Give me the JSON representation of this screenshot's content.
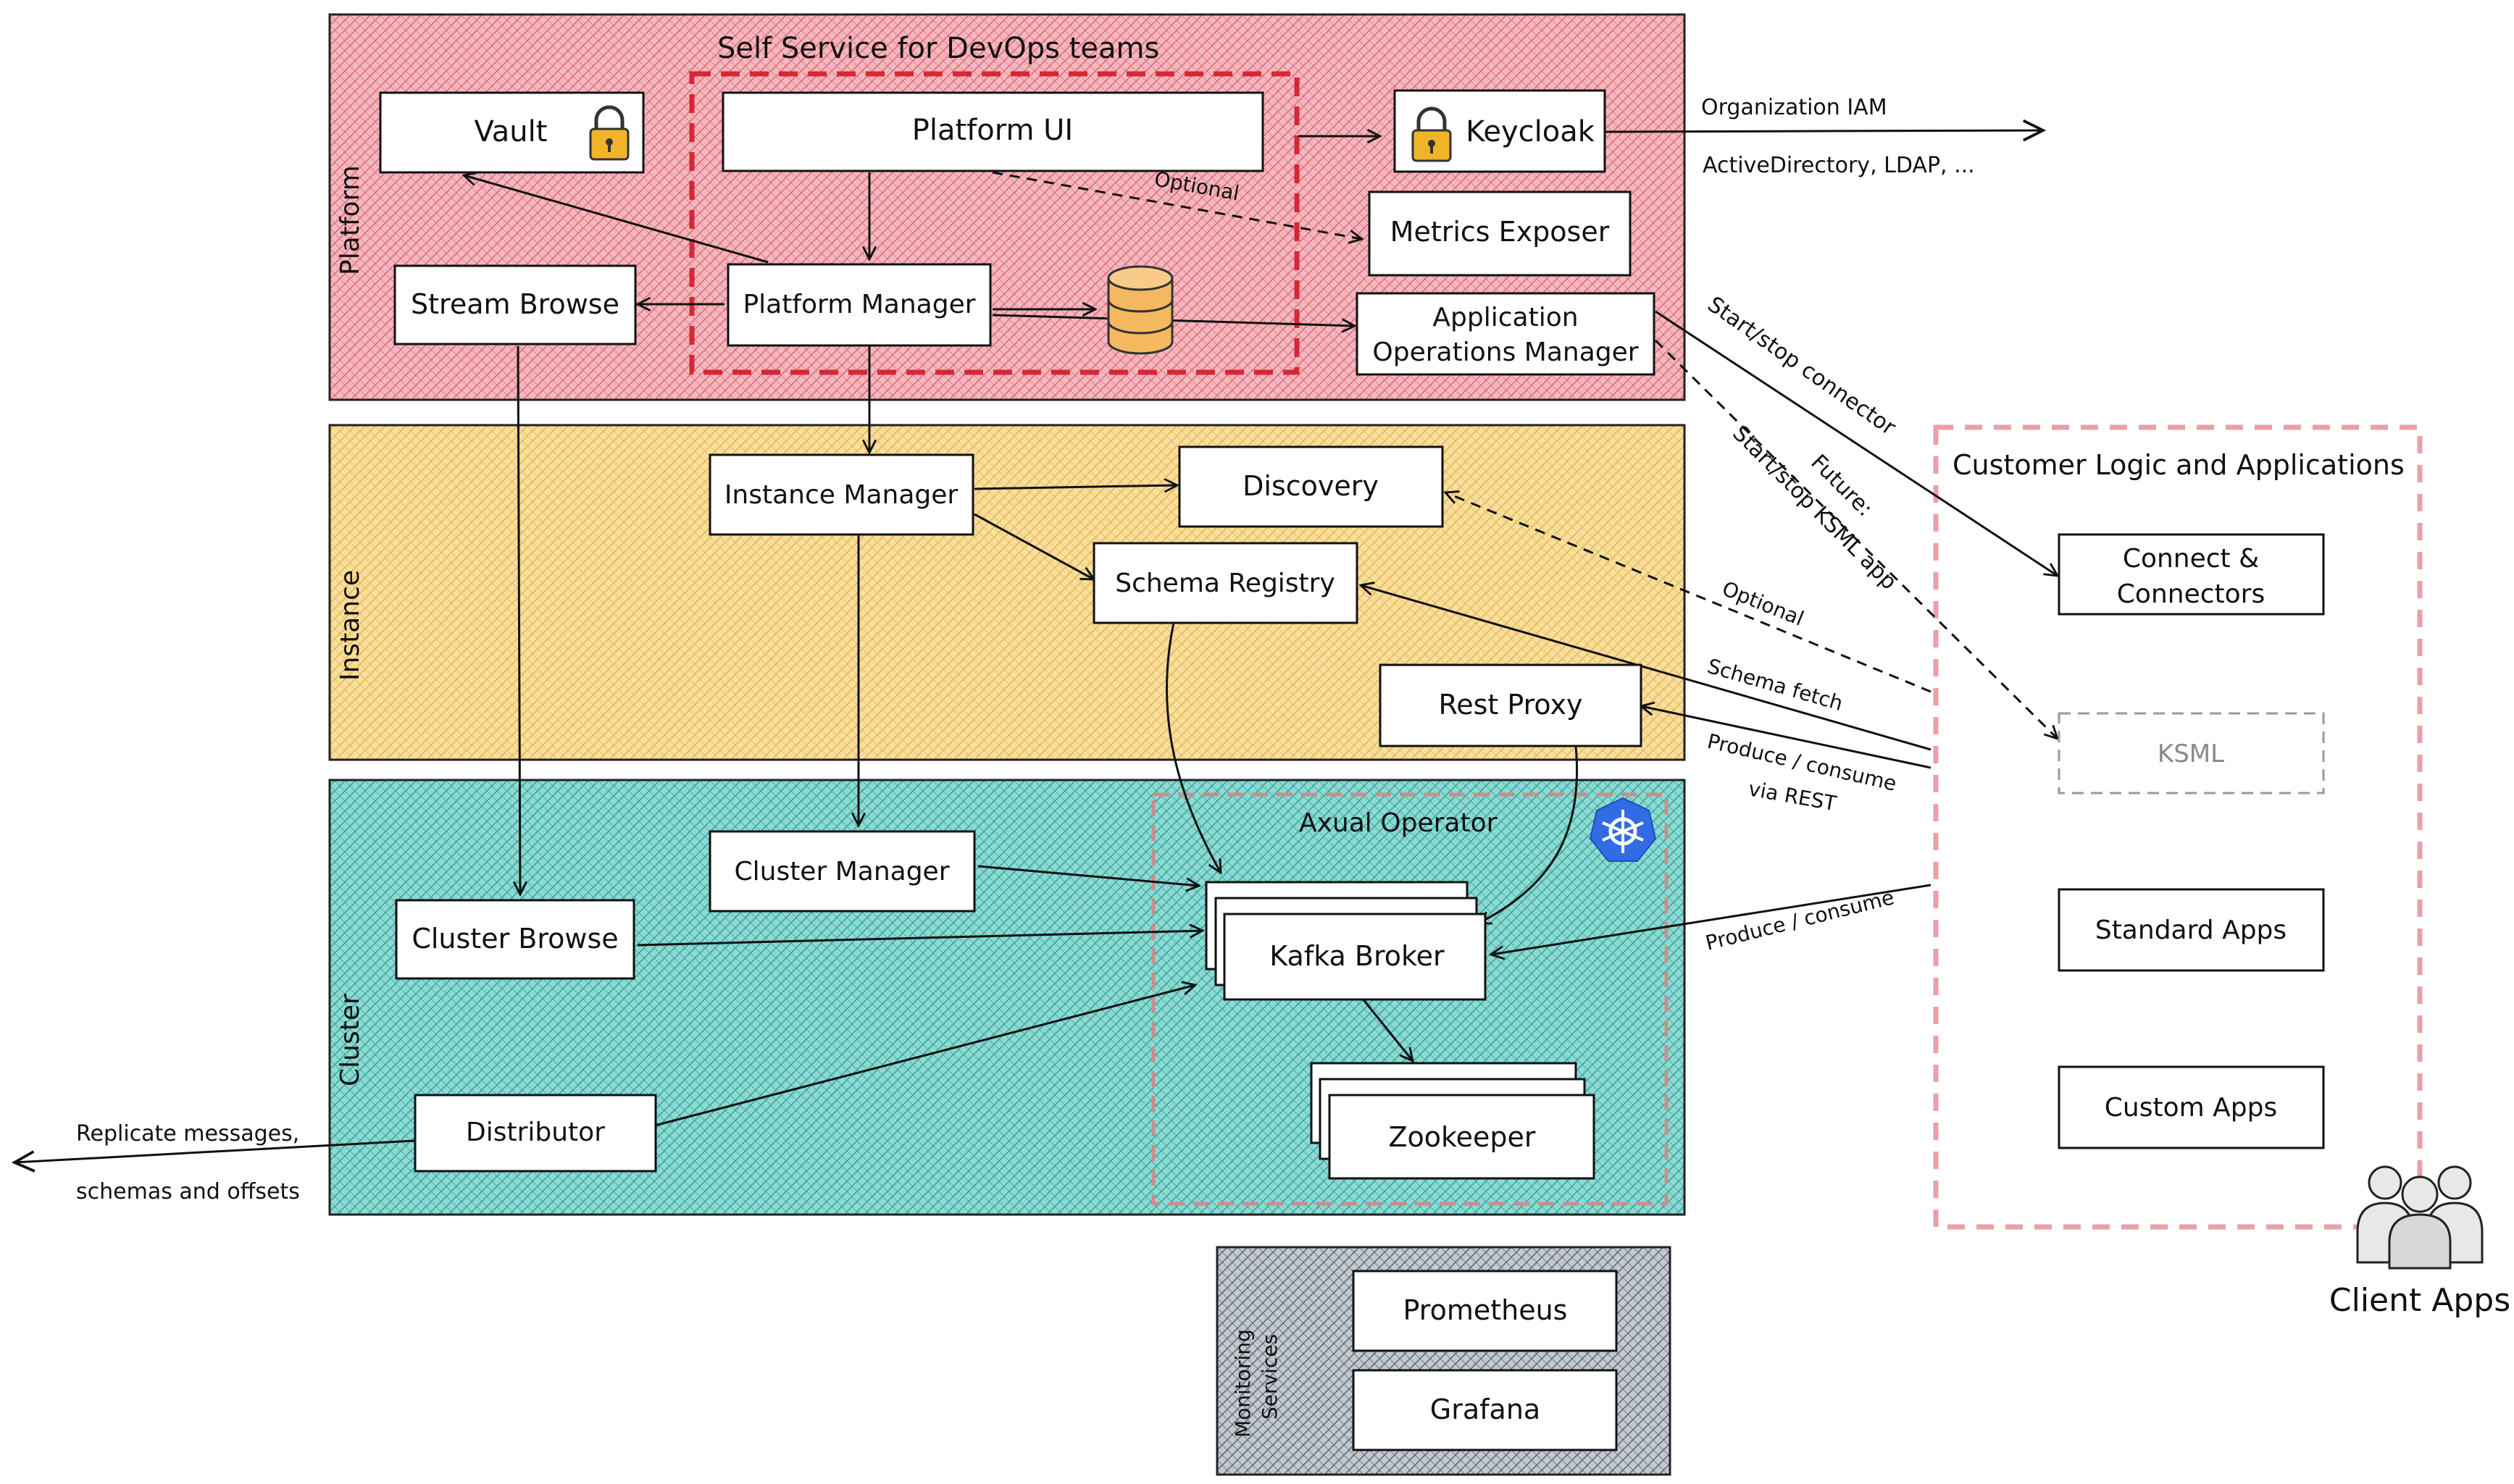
{
  "zones": {
    "platform_label": "Platform",
    "self_service_title": "Self Service for DevOps teams",
    "instance_label": "Instance",
    "cluster_label": "Cluster",
    "axual_operator_label": "Axual Operator",
    "monitoring_label_1": "Monitoring",
    "monitoring_label_2": "Services",
    "customer_title": "Customer Logic and Applications",
    "client_apps": "Client Apps"
  },
  "boxes": {
    "vault": "Vault",
    "platform_ui": "Platform UI",
    "keycloak": "Keycloak",
    "metrics_exposer": "Metrics Exposer",
    "app_ops_1": "Application",
    "app_ops_2": "Operations Manager",
    "stream_browse": "Stream Browse",
    "platform_manager": "Platform Manager",
    "instance_manager": "Instance Manager",
    "discovery": "Discovery",
    "schema_registry": "Schema Registry",
    "rest_proxy": "Rest Proxy",
    "cluster_manager": "Cluster Manager",
    "cluster_browse": "Cluster Browse",
    "kafka_broker": "Kafka Broker",
    "distributor": "Distributor",
    "zookeeper": "Zookeeper",
    "prometheus": "Prometheus",
    "grafana": "Grafana",
    "connectors_1": "Connect &",
    "connectors_2": "Connectors",
    "ksml": "KSML",
    "standard_apps": "Standard Apps",
    "custom_apps": "Custom Apps"
  },
  "edge_labels": {
    "optional_ui": "Optional",
    "org_iam": "Organization IAM",
    "ad_ldap": "ActiveDirectory, LDAP, ...",
    "start_stop_connector": "Start/stop connector",
    "future": "Future:",
    "start_stop_ksml": "Start/stop KSML app",
    "optional_discovery": "Optional",
    "schema_fetch": "Schema fetch",
    "produce_consume_rest_1": "Produce / consume",
    "produce_consume_rest_2": "via REST",
    "produce_consume": "Produce / consume",
    "replicate_1": "Replicate messages,",
    "replicate_2": "schemas and offsets"
  },
  "colors": {
    "platform_fill": "#f2b8c0",
    "platform_hatch": "#e0505e",
    "instance_fill": "#f7df9e",
    "instance_hatch": "#e8a838",
    "cluster_fill": "#8fd9d2",
    "cluster_hatch": "#1c9e94",
    "monitoring_fill": "#c4c9d0",
    "monitoring_hatch": "#4a5563",
    "self_service_border": "#d62735",
    "customer_border": "#eaa0a6",
    "axual_border": "#d08a8f",
    "kubernetes_blue": "#326ce5",
    "lock_gold": "#f0b429",
    "db_orange": "#f4b860"
  },
  "icons": [
    "lock-icon",
    "database-icon",
    "kubernetes-icon",
    "users-icon"
  ]
}
